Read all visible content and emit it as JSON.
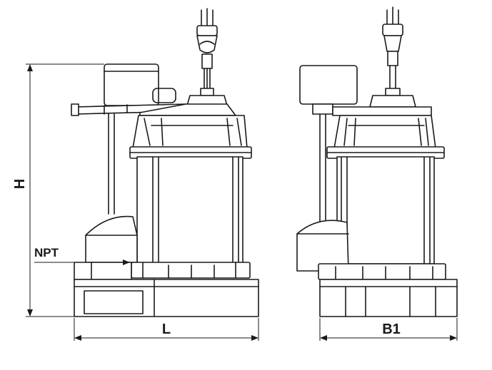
{
  "labels": {
    "height": "H",
    "length": "L",
    "width": "B1",
    "pipe_thread": "NPT"
  }
}
